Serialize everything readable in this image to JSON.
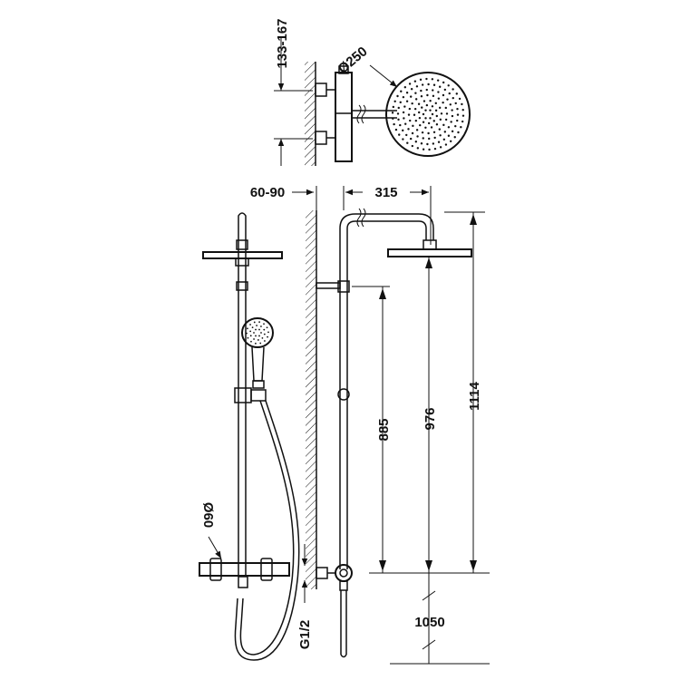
{
  "drawing": {
    "colors": {
      "ink": "#111111",
      "paper": "#ffffff"
    },
    "dimensions": {
      "arm_spacing": "133-167",
      "head_diameter": "Ø250",
      "wall_distance": "60-90",
      "arm_length": "315",
      "bar_height": "885",
      "arm_height": "976",
      "total_height": "1114",
      "valve_spacing": "09Ø",
      "inlet_thread": "G1/2",
      "floor_height": "1050"
    }
  }
}
